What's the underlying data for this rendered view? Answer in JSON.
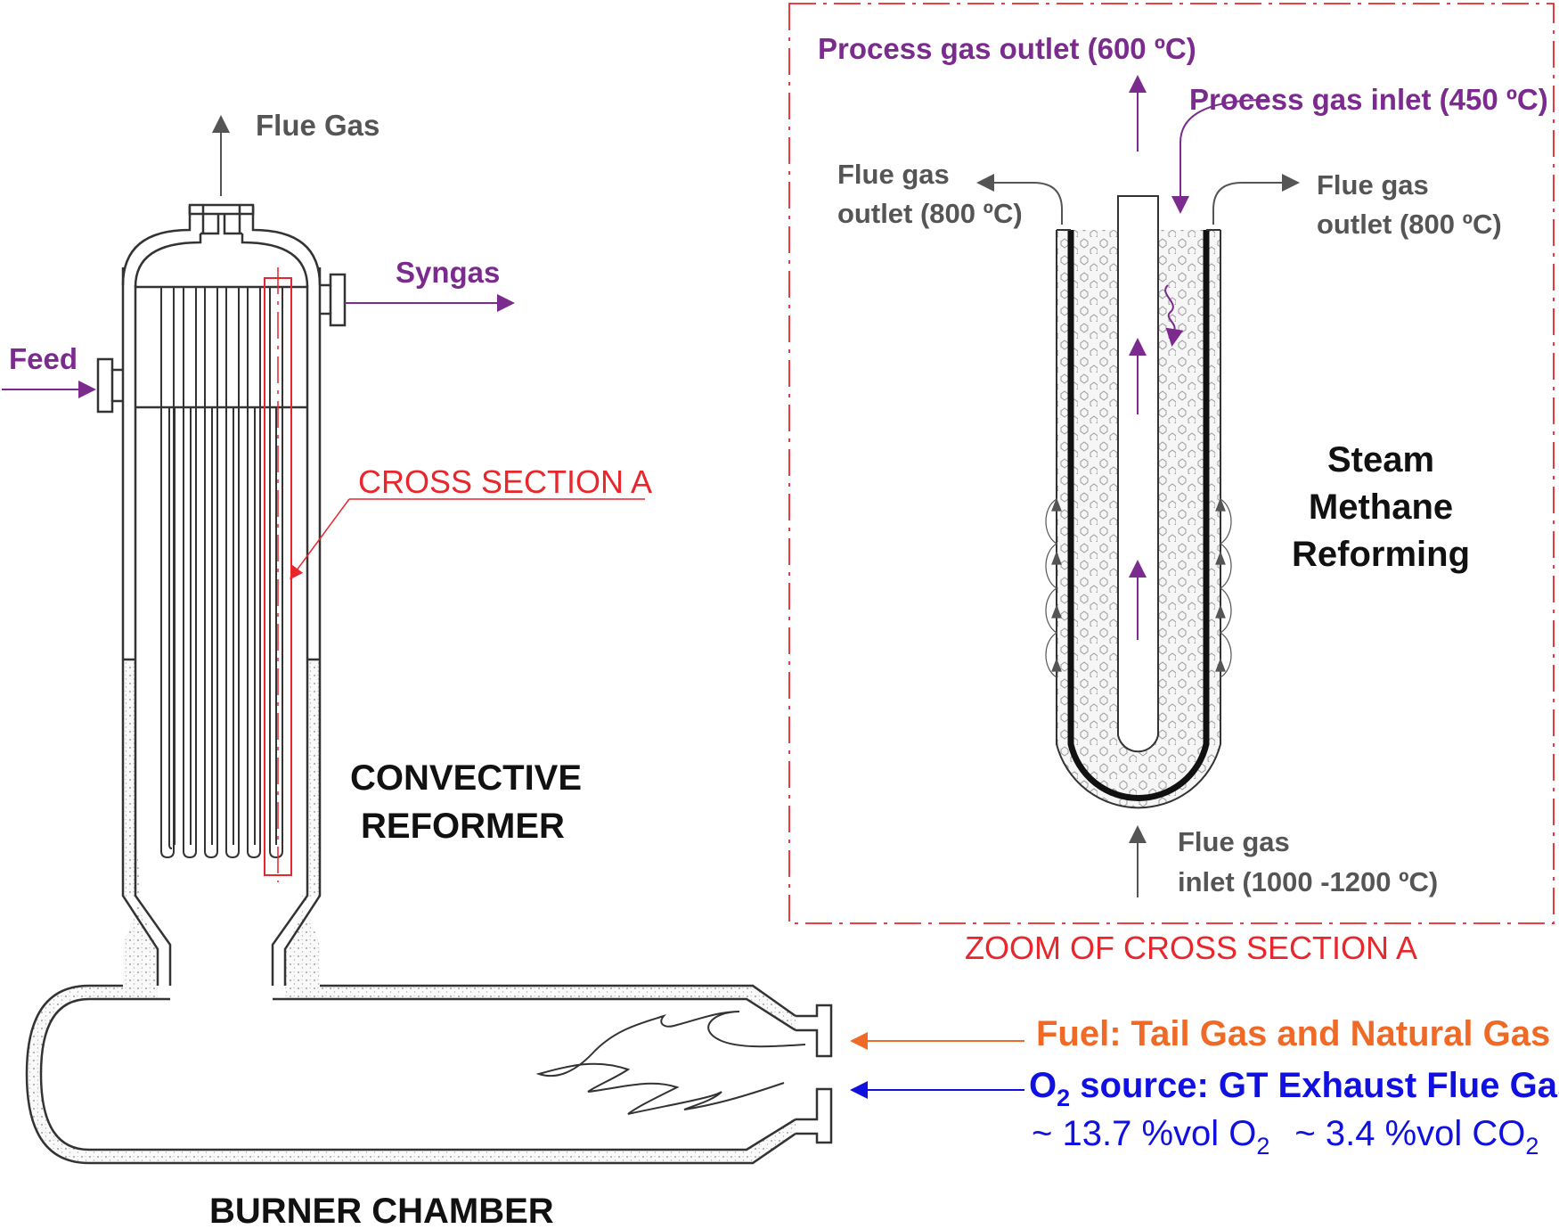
{
  "labels": {
    "flue_gas_top": "Flue Gas",
    "syngas": "Syngas",
    "feed": "Feed",
    "cross_section": "CROSS SECTION  A",
    "convective": "CONVECTIVE",
    "reformer": "REFORMER",
    "burner_chamber": "BURNER CHAMBER",
    "zoom_caption": "ZOOM OF CROSS SECTION   A",
    "process_gas_outlet": "Process gas outlet (600 ºC)",
    "process_gas_inlet": "Process gas inlet (450 ºC)",
    "flue_gas_outlet_left_1": "Flue gas",
    "flue_gas_outlet_left_2": "outlet (800 ºC)",
    "flue_gas_outlet_right_1": "Flue gas",
    "flue_gas_outlet_right_2": "outlet (800 ºC)",
    "flue_gas_inlet_1": "Flue gas",
    "flue_gas_inlet_2": "inlet (1000 -1200 ºC)",
    "smr_1": "Steam",
    "smr_2": "Methane",
    "smr_3": "Reforming",
    "fuel": "Fuel: Tail Gas and Natural Gas",
    "o2_prefix": "O",
    "o2_sub": "2",
    "o2_rest": " source: GT Exhaust Flue Gas",
    "comp_a": "~ 13.7 %vol O",
    "comp_a_sub": "2",
    "comp_b": "~  3.4 %vol CO",
    "comp_b_sub": "2"
  },
  "colors": {
    "purple": "#7b2a8e",
    "gray": "#555555",
    "red": "#e8262b",
    "orange": "#ee6a26",
    "blue": "#1010e0",
    "black": "#111111"
  }
}
